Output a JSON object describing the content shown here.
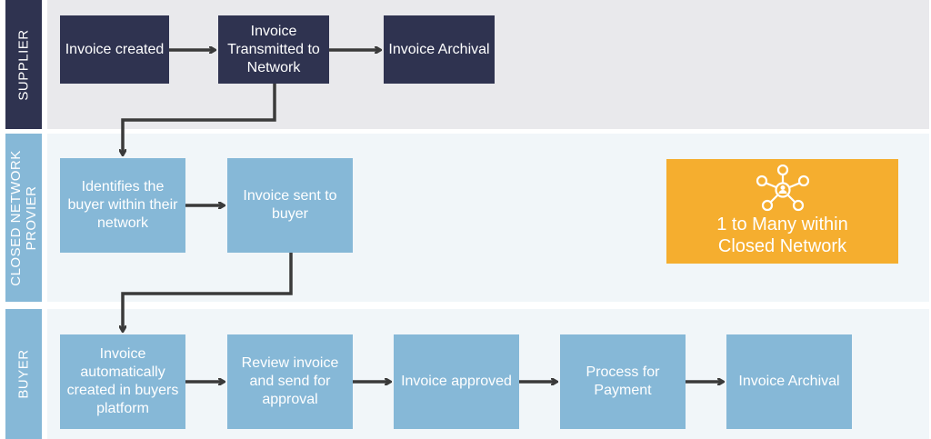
{
  "lanes": {
    "supplier": {
      "label": "SUPPLIER"
    },
    "network": {
      "label_line1": "CLOSED NETWORK",
      "label_line2": "PROVIER"
    },
    "buyer": {
      "label": "BUYER"
    }
  },
  "supplier_steps": [
    {
      "text": "Invoice created"
    },
    {
      "text": "Invoice Transmitted to Network"
    },
    {
      "text": "Invoice Archival"
    }
  ],
  "network_steps": [
    {
      "text": "Identifies the buyer within their network"
    },
    {
      "text": "Invoice sent to buyer"
    }
  ],
  "buyer_steps": [
    {
      "text": "Invoice automatically created in buyers platform"
    },
    {
      "text": "Review invoice and send for approval"
    },
    {
      "text": "Invoice approved"
    },
    {
      "text": "Process for Payment"
    },
    {
      "text": "Invoice Archival"
    }
  ],
  "callout": {
    "icon": "network-hub-icon",
    "text": "1 to Many within Closed Network"
  },
  "colors": {
    "supplier_dark": "#2f3350",
    "step_light": "#86b8d7",
    "callout_orange": "#f5ae2f",
    "arrow": "#3a3a3a"
  }
}
